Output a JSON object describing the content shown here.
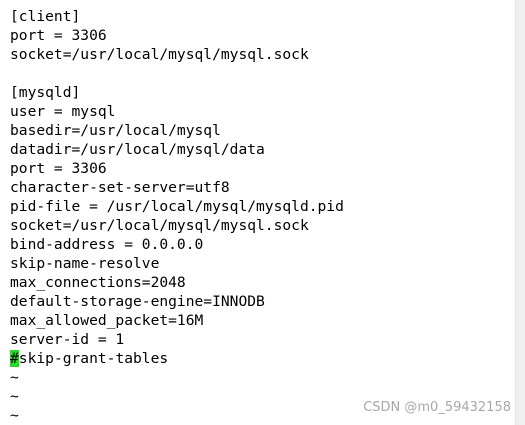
{
  "editor": {
    "lines": [
      "[client]",
      "port = 3306",
      "socket=/usr/local/mysql/mysql.sock",
      "",
      "[mysqld]",
      "user = mysql",
      "basedir=/usr/local/mysql",
      "datadir=/usr/local/mysql/data",
      "port = 3306",
      "character-set-server=utf8",
      "pid-file = /usr/local/mysql/mysqld.pid",
      "socket=/usr/local/mysql/mysql.sock",
      "bind-address = 0.0.0.0",
      "skip-name-resolve",
      "max_connections=2048",
      "default-storage-engine=INNODB",
      "max_allowed_packet=16M",
      "server-id = 1"
    ],
    "cursor_line": {
      "cursor_char": "#",
      "rest": "skip-grant-tables"
    },
    "empty_markers": [
      "~",
      "~",
      "~"
    ]
  },
  "watermark": "CSDN @m0_59432158",
  "colors": {
    "background": "#ffffff",
    "text": "#000000",
    "cursor": "#22dd22",
    "watermark": "#a8a8a8"
  }
}
